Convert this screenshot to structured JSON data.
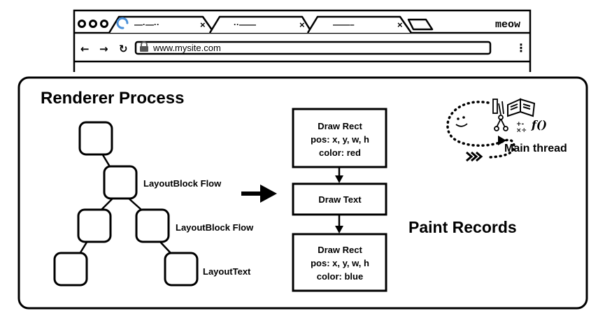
{
  "browser": {
    "brand": "meow",
    "address": "www.mysite.com",
    "menu_glyph": "⋮",
    "tabs": [
      {
        "label": "—·—··",
        "active": true
      },
      {
        "label": "··——",
        "active": false
      },
      {
        "label": "——–",
        "active": false
      }
    ],
    "nav": {
      "back": "←",
      "forward": "→",
      "reload": "↻"
    }
  },
  "diagram": {
    "title": "Renderer Process",
    "layout_tree": {
      "labels": [
        "LayoutBlock Flow",
        "LayoutBlock Flow",
        "LayoutText"
      ]
    },
    "paint_records": {
      "heading": "Paint Records",
      "records": [
        {
          "lines": [
            "Draw Rect",
            "pos: x, y, w, h",
            "color: red"
          ]
        },
        {
          "lines": [
            "Draw Text"
          ]
        },
        {
          "lines": [
            "Draw Rect",
            "pos: x, y, w, h",
            "color: blue"
          ]
        }
      ]
    },
    "main_thread": {
      "label": "Main thread",
      "formula": "f()",
      "math": "+-\n×÷"
    }
  }
}
